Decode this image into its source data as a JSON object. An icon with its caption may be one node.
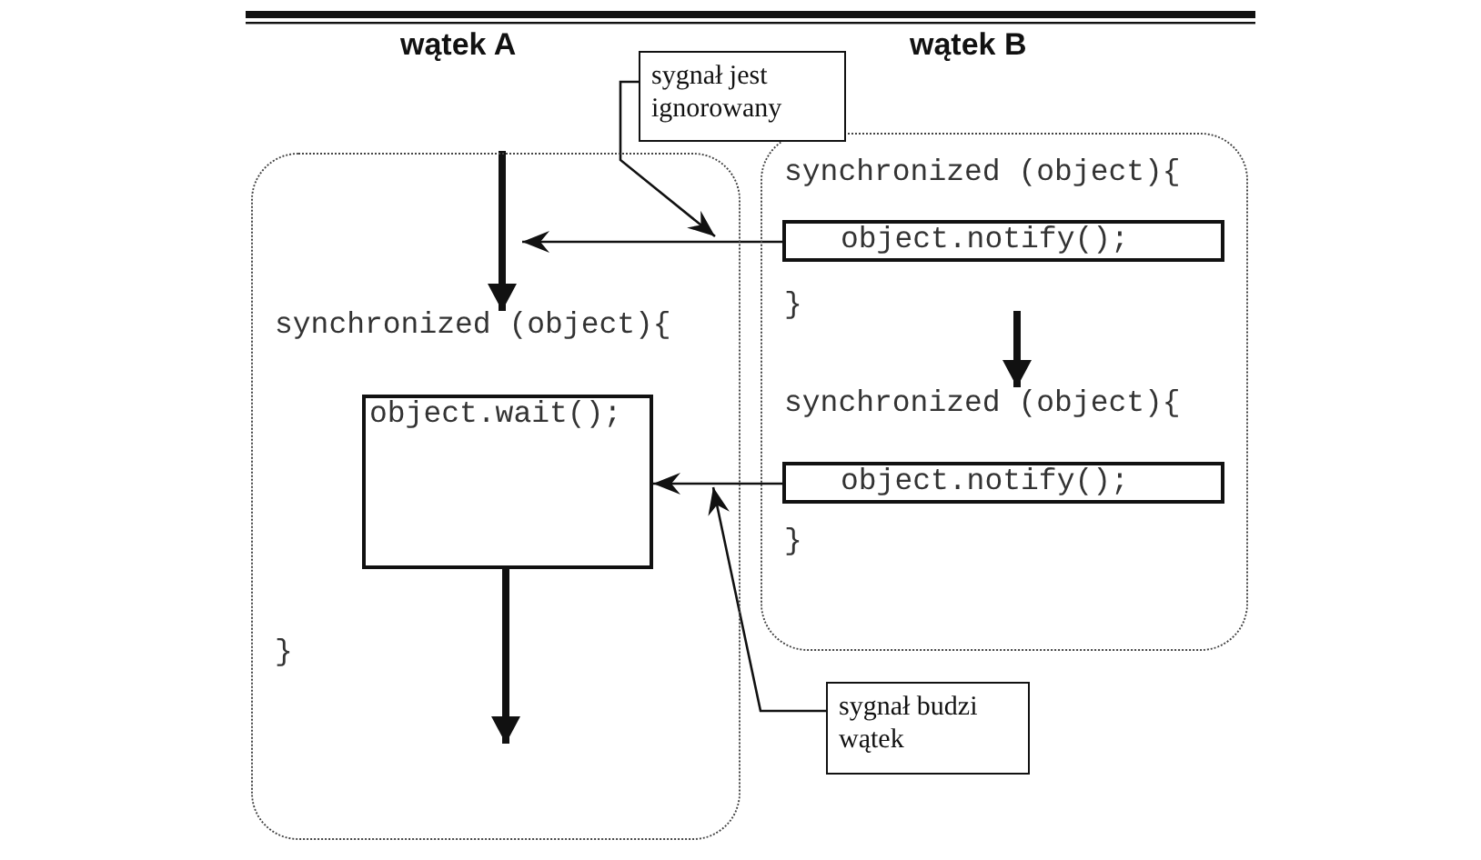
{
  "diagram": {
    "nodes": [
      {
        "text": [
          "wątek A"
        ]
      },
      {
        "text": [
          "synchronized (object){"
        ],
        "in": 0
      },
      {
        "text": [
          "object.wait();"
        ],
        "in": 0
      },
      {
        "text": [
          "}"
        ],
        "in": 0
      },
      {
        "text": [
          "wątek B"
        ]
      },
      {
        "text": [
          "synchronized (object){"
        ],
        "in": 4
      },
      {
        "text": [
          "object.notify();"
        ],
        "in": 4
      },
      {
        "text": [
          "}"
        ],
        "in": 4
      },
      {
        "text": [
          "synchronized (object){"
        ],
        "in": 4
      },
      {
        "text": [
          "object.notify();"
        ],
        "in": 4
      },
      {
        "text": [
          "}"
        ],
        "in": 4
      },
      {
        "text": [
          "sygnał jest ignorowany"
        ]
      },
      {
        "text": [
          "sygnał budzi wątek"
        ]
      }
    ],
    "edges": [
      {
        "from": null,
        "to": 1,
        "arrow": "to",
        "style": "thick"
      },
      {
        "from": 2,
        "to": null,
        "arrow": "to",
        "style": "thick"
      },
      {
        "from": null,
        "to": 8,
        "arrow": "to",
        "style": "thick"
      },
      {
        "from": 6,
        "to": null,
        "arrow": "to"
      },
      {
        "from": 9,
        "to": 2,
        "arrow": "to"
      },
      {
        "from": 11,
        "to": 0,
        "arrow": "to"
      },
      {
        "from": 12,
        "to": 0,
        "arrow": "to"
      }
    ]
  }
}
